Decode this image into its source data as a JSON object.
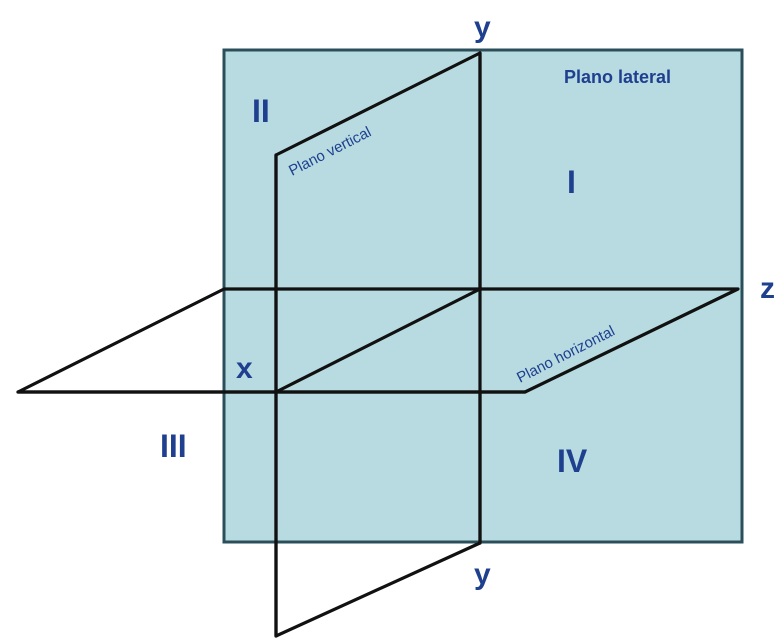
{
  "colors": {
    "plane_fill": "#b7dbe0",
    "plane_border": "#2b4f5a",
    "edges": "#111111",
    "text": "#1f3f8f"
  },
  "axes": {
    "y_top": "y",
    "y_bottom": "y",
    "z": "z",
    "x": "x"
  },
  "quadrants": {
    "I": "I",
    "II": "II",
    "III": "III",
    "IV": "IV"
  },
  "planes": {
    "lateral": "Plano lateral",
    "vertical": "Plano vertical",
    "horizontal": "Plano horizontal"
  }
}
